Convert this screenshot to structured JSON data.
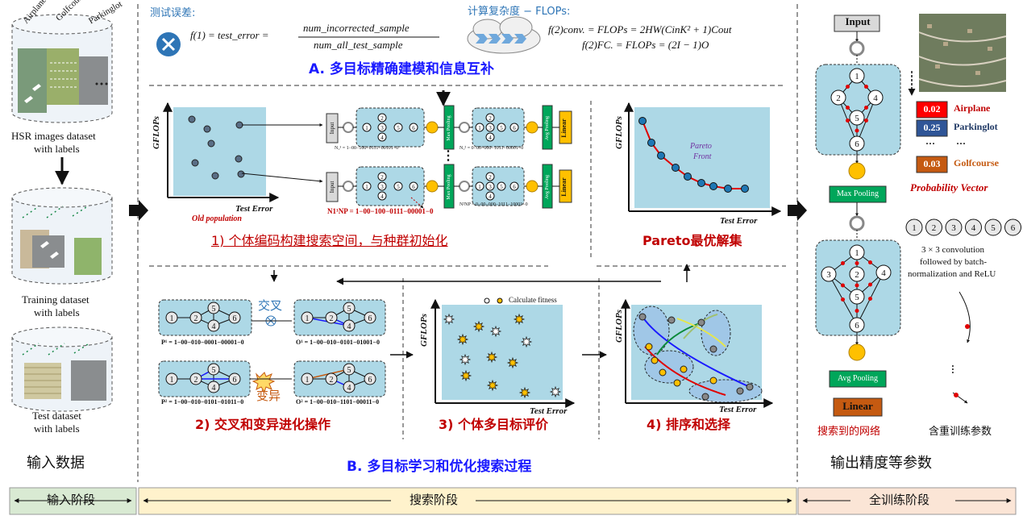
{
  "input_section": {
    "title": "输入数据",
    "hsr_labels": [
      "Airplane",
      "Golfcourse",
      "Parkinglot"
    ],
    "hsr_caption_1": "HSR images dataset",
    "hsr_caption_2": "with labels",
    "train_caption_1": "Training dataset",
    "train_caption_2": "with labels",
    "test_caption_1": "Test dataset",
    "test_caption_2": "with labels"
  },
  "section_a": {
    "title": "A. 多目标精确建模和信息互补",
    "test_error_label": "测试误差:",
    "error_formula_lhs": "f(1) = test_error =",
    "error_formula_num": "num_incorrected_sample",
    "error_formula_den": "num_all_test_sample",
    "complexity_label": "计算复杂度 − FLOPs:",
    "flops_conv": "f(2)conv. = FLOPs = 2HW(CinK² + 1)Cout",
    "flops_fc": "f(2)FC. = FLOPs = (2I − 1)O"
  },
  "population": {
    "y_label": "GFLOPs",
    "x_label": "Test Error",
    "old_pop": "Old population",
    "step1": "1) 个体编码构建搜索空间，与种群初始化",
    "code_top_1": "N₁¹ = 1−00−100−0111−00101−0",
    "code_top_2": "N₁² = 0−00−000−1011−00001−0",
    "code_bot_1": "N1¹NP = 1−00−100−0111−00001−0",
    "code_bot_2": "N²NP = 0−00−000−1011−10001−0",
    "input_text": "Input",
    "max_pool": "Max Pooling",
    "avg_pool": "Avg Pooling",
    "linear": "Linear",
    "dots": "⋮"
  },
  "pareto": {
    "y_label": "GFLOPs",
    "x_label": "Test Error",
    "front_label_1": "Pareto",
    "front_label_2": "Front",
    "title": "Pareto最优解集"
  },
  "section_b": {
    "title": "B. 多目标学习和优化搜索过程",
    "crossover": "交叉",
    "mutation": "变异",
    "p1": "P¹ = 1−00−010−0001−00001−0",
    "o1": "O¹ = 1−00−010−0101−01001−0",
    "p2": "P² = 1−00−010−0101−01011−0",
    "o2": "O² = 1−00−010−1101−00011−0",
    "step2": "2) 交叉和变异进化操作",
    "fitness": "Calculate fitness",
    "step3": "3) 个体多目标评价",
    "step4": "4) 排序和选择",
    "y_label": "GFLOPs",
    "x_label": "Test Error"
  },
  "output": {
    "input_btn": "Input",
    "max_pool": "Max Pooling",
    "avg_pool": "Avg Pooling",
    "linear": "Linear",
    "probs": [
      {
        "value": "0.02",
        "label": "Airplane",
        "color": "#ff0000",
        "text_color": "#c00000"
      },
      {
        "value": "0.25",
        "label": "Parkinglot",
        "color": "#2f5597",
        "text_color": "#1f3864"
      },
      {
        "value": "0.03",
        "label": "Golfcourse",
        "color": "#c55a11",
        "text_color": "#c55a11"
      }
    ],
    "ellipsis": "···",
    "prob_vector": "Probability Vector",
    "conv_nodes": [
      "1",
      "2",
      "3",
      "4",
      "5",
      "6"
    ],
    "conv_desc_1": "3 × 3 convolution",
    "conv_desc_2": "followed by batch-",
    "conv_desc_3": "normalization and ReLU",
    "searched_net": "搜索到的网络",
    "retrain": "含重训练参数",
    "title": "输出精度等参数"
  },
  "stages": {
    "input": "输入阶段",
    "search": "搜索阶段",
    "train": "全训练阶段"
  },
  "colors": {
    "plot_bg": "#add8e6",
    "stage_input": "#d9ead3",
    "stage_search": "#fff2cc",
    "stage_train": "#fbe5d6",
    "node_gold": "#ffc000",
    "pool_green": "#00a65a",
    "linear_orange": "#c55a11"
  }
}
